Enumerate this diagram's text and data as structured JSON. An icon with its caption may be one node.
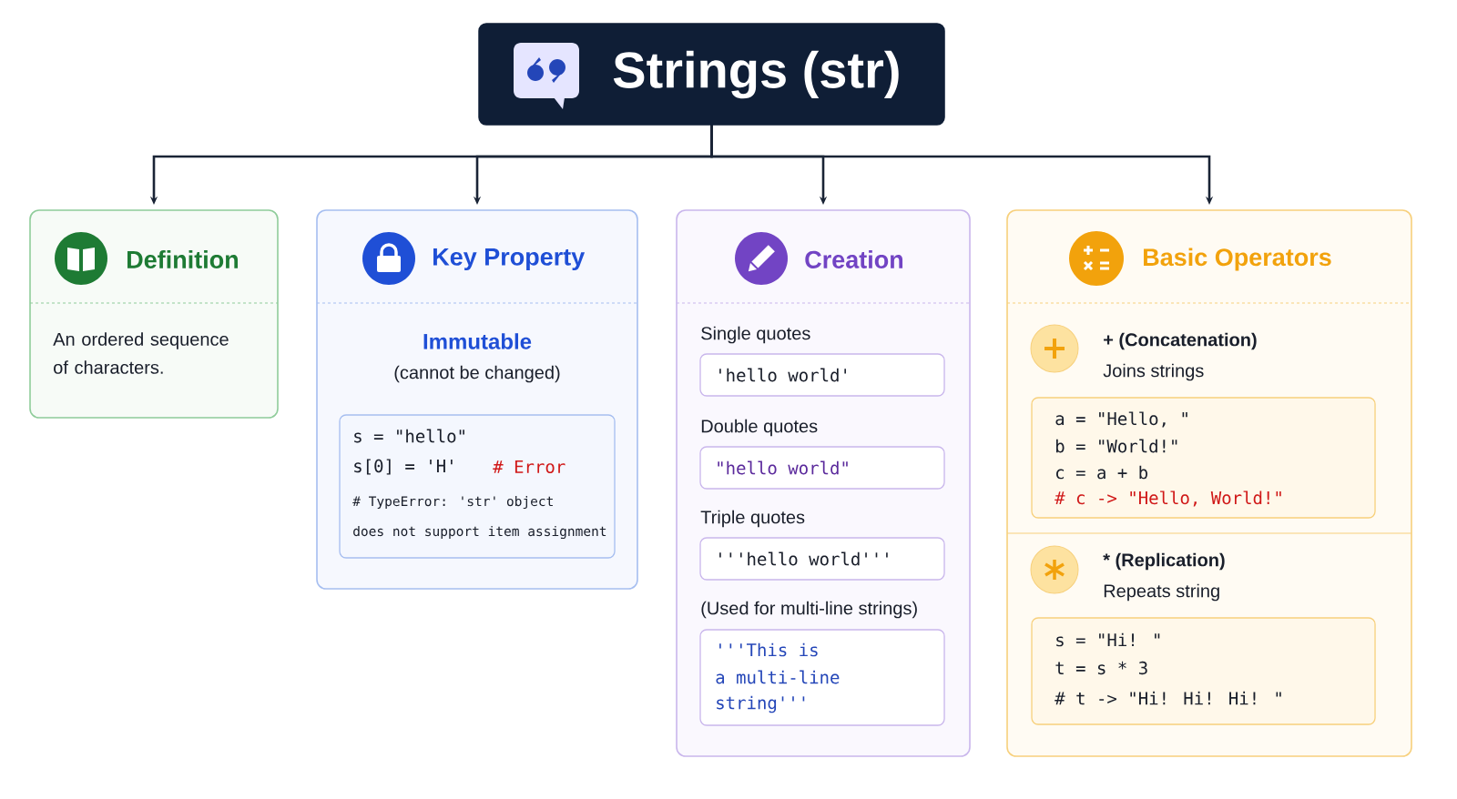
{
  "diagram": {
    "nodes": [
      {
        "text": [
          "Strings (str)"
        ]
      },
      {
        "text": [
          "Definition",
          "An ordered sequence of characters."
        ]
      },
      {
        "text": [
          "Key Property",
          "Immutable",
          "(cannot be changed)"
        ]
      },
      {
        "text": [
          "s = \"hello\"",
          "s[0] = 'H'",
          "# Error",
          "# TypeError: 'str' object",
          "does not support item assignment"
        ],
        "in": 2
      },
      {
        "text": [
          "Creation",
          "Single quotes",
          "Double quotes",
          "Triple quotes",
          "(Used for multi-line strings)"
        ]
      },
      {
        "text": [
          "'hello world'"
        ],
        "in": 4
      },
      {
        "text": [
          "\"hello world\""
        ],
        "in": 4
      },
      {
        "text": [
          "'''hello world'''"
        ],
        "in": 4
      },
      {
        "text": [
          "'''This is",
          "a multi-line",
          "string'''"
        ],
        "in": 4
      },
      {
        "text": [
          "Basic Operators",
          "+ (Concatenation)",
          "Joins strings",
          "* (Replication)",
          "Repeats string"
        ]
      },
      {
        "text": [
          "a = \"Hello, \"",
          "b = \"World!\"",
          "c = a + b",
          "# c -> \"Hello, World!\""
        ],
        "in": 9
      },
      {
        "text": [
          "s = \"Hi! \"",
          "t = s * 3",
          "# t -> \"Hi! Hi! Hi! \""
        ],
        "in": 9
      }
    ],
    "edges": [
      {
        "from": 0,
        "to": 1,
        "arrow": "to"
      },
      {
        "from": 0,
        "to": 2,
        "arrow": "to"
      },
      {
        "from": 0,
        "to": 4,
        "arrow": "to"
      },
      {
        "from": 0,
        "to": 9,
        "arrow": "to"
      }
    ]
  }
}
